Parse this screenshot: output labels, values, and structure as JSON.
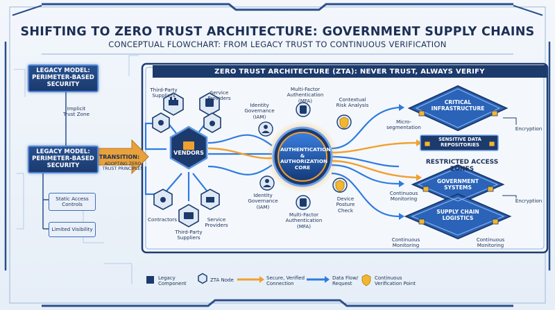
{
  "title": "SHIFTING TO ZERO TRUST ARCHITECTURE: GOVERNMENT SUPPLY CHAINS",
  "subtitle": "CONCEPTUAL FLOWCHART: FROM LEGACY TRUST TO CONTINUOUS VERIFICATION",
  "legacy": {
    "top_box": "LEGACY MODEL: PERIMETER-BASED SECURITY",
    "implicit": "Implicit Trust Zone",
    "mid_box": "LEGACY MODEL: PERIMETER-BASED SECURITY",
    "static_access": "Static Access Controls",
    "limited_visibility": "Limited Visibility"
  },
  "transition": {
    "title": "TRANSITION:",
    "subtitle": "ADOPTING ZERO TRUST PRINCIPLES"
  },
  "zta": {
    "panel_title": "ZERO TRUST ARCHITECTURE (ZTA): NEVER TRUST, ALWAYS VERIFY",
    "vendors": "VENDORS",
    "nodes": {
      "third_party_top": "Third-Party Suppliers",
      "service_top": "Service Providers",
      "contractors": "Contractors",
      "service_bottom": "Service Providers",
      "third_party_bottom": "Third-Party Suppliers"
    },
    "core": "AUTHENTICATION & AUTHORIZATION CORE",
    "checks": {
      "iam_top": "Identity Governance (IAM)",
      "mfa_top": "Multi-Factor Authentication (MFA)",
      "risk": "Contextual Risk Analysis",
      "iam_bottom": "Identity Governance (IAM)",
      "mfa_bottom": "Multi-Factor Authentication (MFA)",
      "device": "Device Posture Check"
    },
    "zones": {
      "critical": "CRITICAL INFRASTRUCTURE",
      "sensitive": "SENSITIVE DATA REPOSITORIES",
      "restricted": "RESTRICTED ACCESS ZONES",
      "government": "GOVERNMENT SYSTEMS",
      "supply": "SUPPLY CHAIN LOGISTICS"
    },
    "side_labels": {
      "micro": "Micro-segmentation",
      "encryption_top": "Encryption",
      "monitoring_mid": "Continuous Monitoring",
      "encryption_bottom": "Encryption",
      "monitoring_left": "Continuous Monitoring",
      "monitoring_right": "Continuous Monitoring"
    }
  },
  "legend": {
    "legacy_component": "Legacy Component",
    "zta_node": "ZTA Node",
    "secure_connection": "Secure, Verified Connection",
    "data_flow": "Data Flow/ Request",
    "verification_point": "Continuous Verification Point"
  },
  "colors": {
    "navy": "#1c3a6c",
    "flow_blue": "#2f7be0",
    "secure_orange": "#f0a030",
    "verify_gold": "#f2b630"
  },
  "icons": [
    "factory-icon",
    "gear-icon",
    "document-icon",
    "lock-icon",
    "person-icon",
    "shield-check-icon",
    "phone-icon",
    "server-icon",
    "network-icon",
    "tools-icon",
    "box-icon"
  ]
}
